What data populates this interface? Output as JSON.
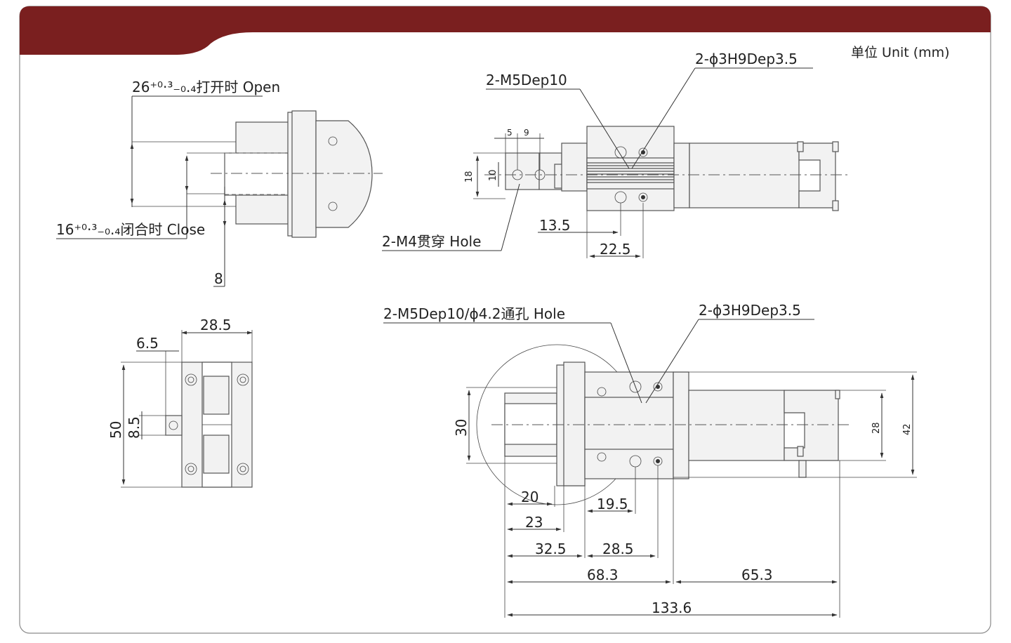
{
  "colors": {
    "header": "#7a1f1f",
    "border": "#8a8a8a",
    "line": "#333333",
    "part": "#f2f2f2"
  },
  "unit_label": "单位 Unit (mm)",
  "view_gripper_front": {
    "open_label": "26⁺⁰·³₋₀.₄打开时 Open",
    "close_label": "16⁺⁰·³₋₀.₄闭合时 Close",
    "dim_8": "8"
  },
  "view_top": {
    "callout_m5": "2-M5Dep10",
    "callout_phi3": "2-ϕ3H9Dep3.5",
    "callout_m4": "2-M4贯穿 Hole",
    "dim_5": "5",
    "dim_9": "9",
    "dim_18": "18",
    "dim_10": "10",
    "dim_13_5": "13.5",
    "dim_22_5": "22.5"
  },
  "view_side": {
    "dim_28_5": "28.5",
    "dim_6_5": "6.5",
    "dim_50": "50",
    "dim_8_5": "8.5"
  },
  "view_main": {
    "callout_m5": "2-M5Dep10/ϕ4.2通孔 Hole",
    "callout_phi3": "2-ϕ3H9Dep3.5",
    "dim_30": "30",
    "dim_28": "28",
    "dim_42": "42",
    "dim_20": "20",
    "dim_23": "23",
    "dim_19_5": "19.5",
    "dim_32_5": "32.5",
    "dim_28_5": "28.5",
    "dim_68_3": "68.3",
    "dim_65_3": "65.3",
    "dim_133_6": "133.6"
  }
}
